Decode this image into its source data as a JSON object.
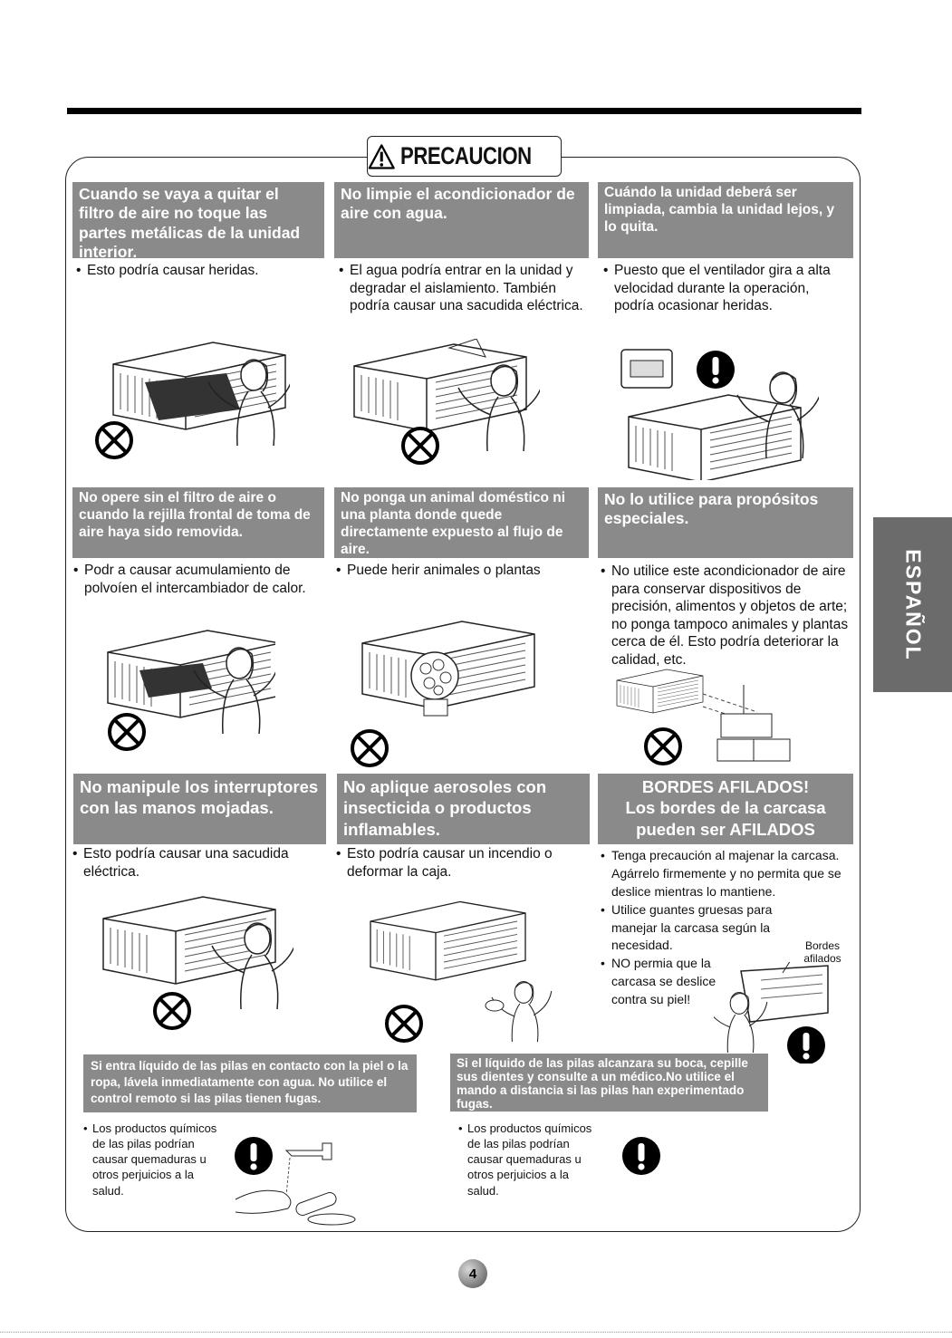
{
  "title": "PRECAUCION",
  "side_tab": "ESPAÑOL",
  "page_number": "4",
  "sections": {
    "s1": {
      "header": "Cuando se vaya a quitar el filtro de aire no toque las partes metálicas de la unidad interior.",
      "bullets": [
        "Esto podría causar heridas."
      ]
    },
    "s2": {
      "header": "No limpie el acondicionador de aire con agua.",
      "bullets": [
        "El agua podría entrar en la unidad y degradar el aislamiento. También podría causar una sacudida eléctrica."
      ]
    },
    "s3": {
      "header": "Cuándo la unidad deberá ser limpiada, cambia la unidad lejos, y lo quita.",
      "bullets": [
        "Puesto que el ventilador gira a alta velocidad durante la operación, podría ocasionar heridas."
      ]
    },
    "s4": {
      "header": "No opere sin el filtro de aire o cuando la rejilla frontal de toma de aire haya sido removida.",
      "bullets": [
        "Podr a causar acumulamiento de polvoíen el intercambiador de calor."
      ]
    },
    "s5": {
      "header": "No ponga un animal doméstico ni una planta donde quede directamente expuesto al flujo de aire.",
      "bullets": [
        "Puede herir animales o plantas"
      ]
    },
    "s6": {
      "header": "No lo utilice para propósitos especiales.",
      "bullets": [
        "No utilice este acondicionador de aire para conservar dispositivos de precisión, alimentos y objetos de arte; no ponga tampoco animales y plantas cerca de él. Esto podría deteriorar la calidad, etc."
      ]
    },
    "s7": {
      "header": "No manipule los interruptores con las manos mojadas.",
      "bullets": [
        "Esto podría causar una sacudida eléctrica."
      ]
    },
    "s8": {
      "header": "No aplique aerosoles con insecticida o productos inflamables.",
      "bullets": [
        "Esto podría causar un incendio o deformar la caja."
      ]
    },
    "s9": {
      "header_line1": "BORDES AFILADOS!",
      "header_line2": "Los bordes de la carcasa pueden ser AFILADOS",
      "bullets": [
        "Tenga precaución al majenar la carcasa. Agárrelo firmemente y no permita que se deslice mientras lo mantiene.",
        "Utilice guantes gruesas para manejar la carcasa según la necesidad.",
        "NO permia que la carcasa se deslice contra su piel!"
      ],
      "callout": "Bordes afilados"
    },
    "s10": {
      "header": "Si entra líquido de las pilas en contacto con la piel o la ropa, lávela inmediatamente con agua. No utilice el control remoto si las pilas tienen fugas.",
      "bullets": [
        "Los productos químicos de las pilas podrían causar quemaduras u otros perjuicios a la salud."
      ]
    },
    "s11": {
      "header": "Si el líquido de las pilas alcanzara su boca, cepille sus dientes y consulte a un médico.No utilice el mando a distancia si las pilas han experimentado fugas.",
      "bullets": [
        "Los productos químicos de las pilas podrían causar quemaduras u otros perjuicios a la salud."
      ]
    }
  }
}
